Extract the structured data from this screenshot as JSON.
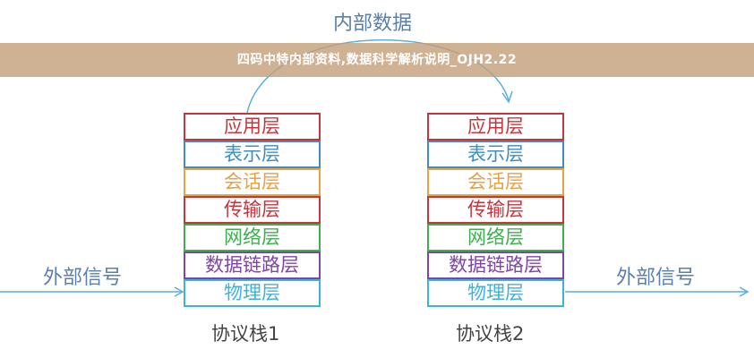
{
  "top_label": "内部数据",
  "left_signal": "外部信号",
  "right_signal": "外部信号",
  "stacks": [
    {
      "caption": "协议栈1",
      "layers": [
        {
          "label": "应用层",
          "color": "#c8343c"
        },
        {
          "label": "表示层",
          "color": "#3f8cc6"
        },
        {
          "label": "会话层",
          "color": "#e6a243"
        },
        {
          "label": "传输层",
          "color": "#c8343c"
        },
        {
          "label": "网络层",
          "color": "#3fae4f"
        },
        {
          "label": "数据链路层",
          "color": "#7d46a3"
        },
        {
          "label": "物理层",
          "color": "#3db3da"
        }
      ]
    },
    {
      "caption": "协议栈2",
      "layers": [
        {
          "label": "应用层",
          "color": "#c8343c"
        },
        {
          "label": "表示层",
          "color": "#3f8cc6"
        },
        {
          "label": "会话层",
          "color": "#e6a243"
        },
        {
          "label": "传输层",
          "color": "#c8343c"
        },
        {
          "label": "网络层",
          "color": "#3fae4f"
        },
        {
          "label": "数据链路层",
          "color": "#7d46a3"
        },
        {
          "label": "物理层",
          "color": "#3db3da"
        }
      ]
    }
  ],
  "banner": "四码中特内部资料,数据科学解析说明_OJH2.22"
}
